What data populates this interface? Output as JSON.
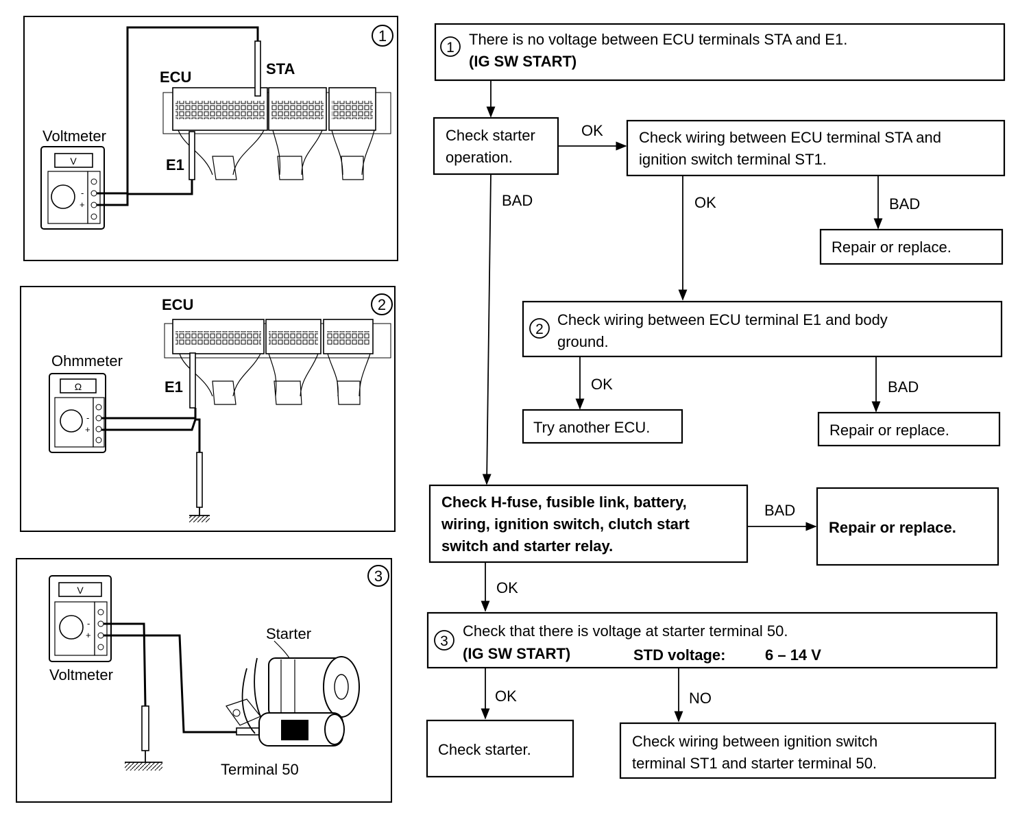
{
  "step_markers": {
    "one": "1",
    "two": "2",
    "three": "3"
  },
  "panel1": {
    "voltmeter_label": "Voltmeter",
    "meter_face": "V",
    "minus": "-",
    "plus": "+",
    "ecu_label": "ECU",
    "sta_label": "STA",
    "e1_label": "E1"
  },
  "panel2": {
    "ohmmeter_label": "Ohmmeter",
    "meter_face": "Ω",
    "minus": "-",
    "plus": "+",
    "ecu_label": "ECU",
    "e1_label": "E1"
  },
  "panel3": {
    "meter_face": "V",
    "minus": "-",
    "plus": "+",
    "voltmeter_label": "Voltmeter",
    "starter_label": "Starter",
    "terminal_label": "Terminal 50"
  },
  "flow": {
    "box1": {
      "line1": "There is no voltage between ECU terminals STA and E1.",
      "line2": "(IG SW START)"
    },
    "box_starter": {
      "line1": "Check starter",
      "line2": "operation."
    },
    "box_wiring_sta": {
      "line1": "Check wiring between ECU terminal STA and",
      "line2": "ignition switch terminal ST1."
    },
    "box_repair_1": "Repair or replace.",
    "box2": {
      "line1": "Check wiring between ECU terminal E1 and body",
      "line2": "ground."
    },
    "box_try_ecu": "Try another ECU.",
    "box_repair_2": "Repair or replace.",
    "box_hfuse": {
      "line1": "Check H-fuse, fusible link, battery,",
      "line2": "wiring, ignition switch, clutch start",
      "line3": "switch and starter relay."
    },
    "box_repair_3": "Repair or replace.",
    "box3": {
      "line1": "Check that there is voltage at starter terminal 50.",
      "line2": "(IG SW START)",
      "std_label": "STD voltage:",
      "std_value": "6 – 14 V"
    },
    "box_check_starter": "Check starter.",
    "box_wiring_st1": {
      "line1": "Check wiring between ignition switch",
      "line2": "terminal ST1 and starter terminal 50."
    },
    "labels": {
      "ok_starter": "OK",
      "bad_starter": "BAD",
      "ok_wiring": "OK",
      "bad_wiring": "BAD",
      "ok_e1": "OK",
      "bad_e1": "BAD",
      "bad_hfuse": "BAD",
      "ok_hfuse": "OK",
      "ok_voltage": "OK",
      "no_voltage": "NO"
    }
  }
}
